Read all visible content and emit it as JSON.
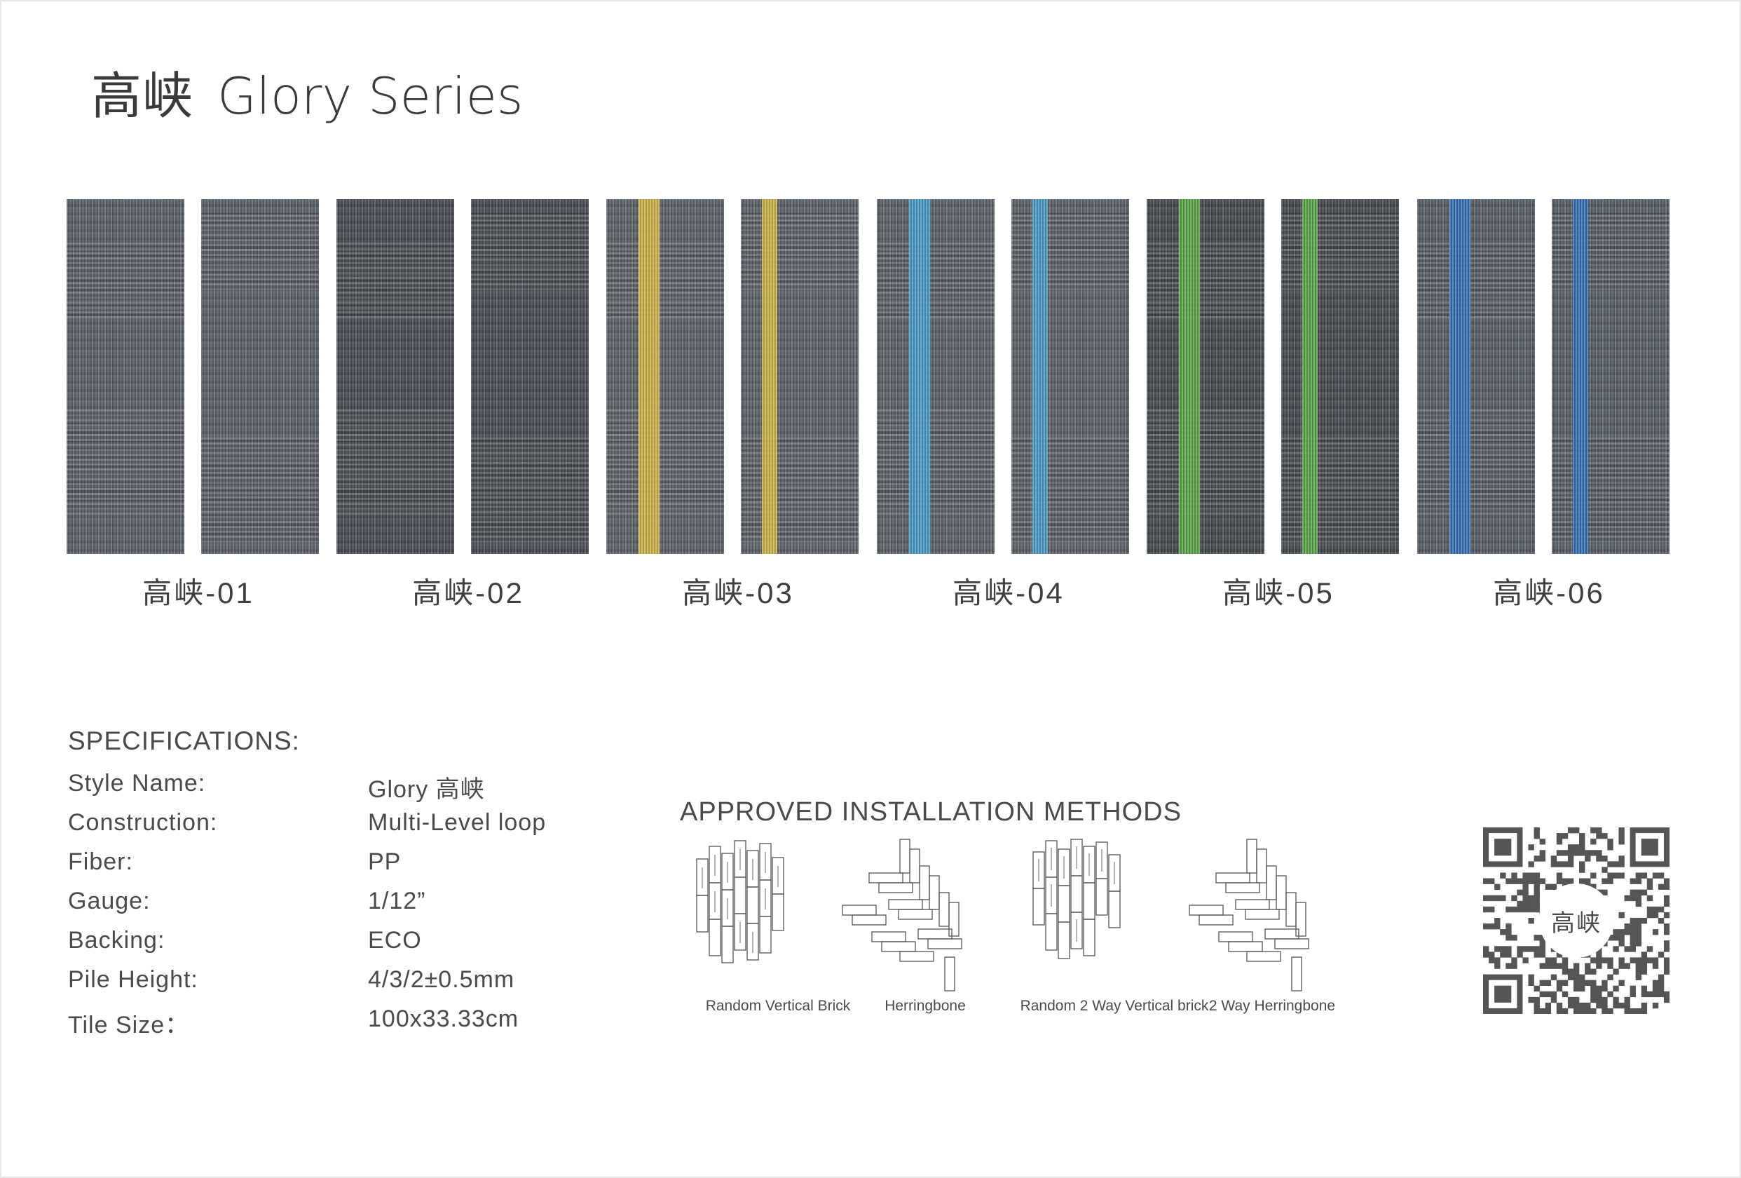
{
  "header": {
    "title_zh": "高峡",
    "title_en": "Glory Series"
  },
  "samples": [
    {
      "label": "高峡-01",
      "base": "#5b6068",
      "stripe": ""
    },
    {
      "label": "高峡-02",
      "base": "#484c53",
      "stripe": ""
    },
    {
      "label": "高峡-03",
      "base": "#5d6269",
      "stripe": "#e0bf3a"
    },
    {
      "label": "高峡-04",
      "base": "#5c6168",
      "stripe": "#3fa3d6"
    },
    {
      "label": "高峡-05",
      "base": "#464a50",
      "stripe": "#5ab343"
    },
    {
      "label": "高峡-06",
      "base": "#585e67",
      "stripe": "#2a6fc0"
    }
  ],
  "specifications": {
    "title": "SPECIFICATIONS:",
    "rows": [
      {
        "key": "Style Name:",
        "value": "Glory  高峡"
      },
      {
        "key": "Construction:",
        "value": "Multi-Level loop"
      },
      {
        "key": "Fiber:",
        "value": "PP"
      },
      {
        "key": "Gauge:",
        "value": "1/12”"
      },
      {
        "key": "Backing:",
        "value": "ECO"
      },
      {
        "key": "Pile Height:",
        "value": "4/3/2±0.5mm"
      },
      {
        "key": "Tile Size：",
        "value": "100x33.33cm"
      }
    ]
  },
  "installation": {
    "title": "APPROVED INSTALLATION METHODS",
    "methods": [
      {
        "caption": "Random Vertical Brick",
        "icon": "random-vertical-brick-diagram"
      },
      {
        "caption": "Herringbone",
        "icon": "herringbone-diagram"
      },
      {
        "caption": "Random 2 Way Vertical brick",
        "icon": "random-2-way-vertical-brick-diagram"
      },
      {
        "caption": "2 Way Herringbone",
        "icon": "2-way-herringbone-diagram"
      }
    ]
  },
  "qr": {
    "center_text": "高峡",
    "icon": "qr-code"
  }
}
